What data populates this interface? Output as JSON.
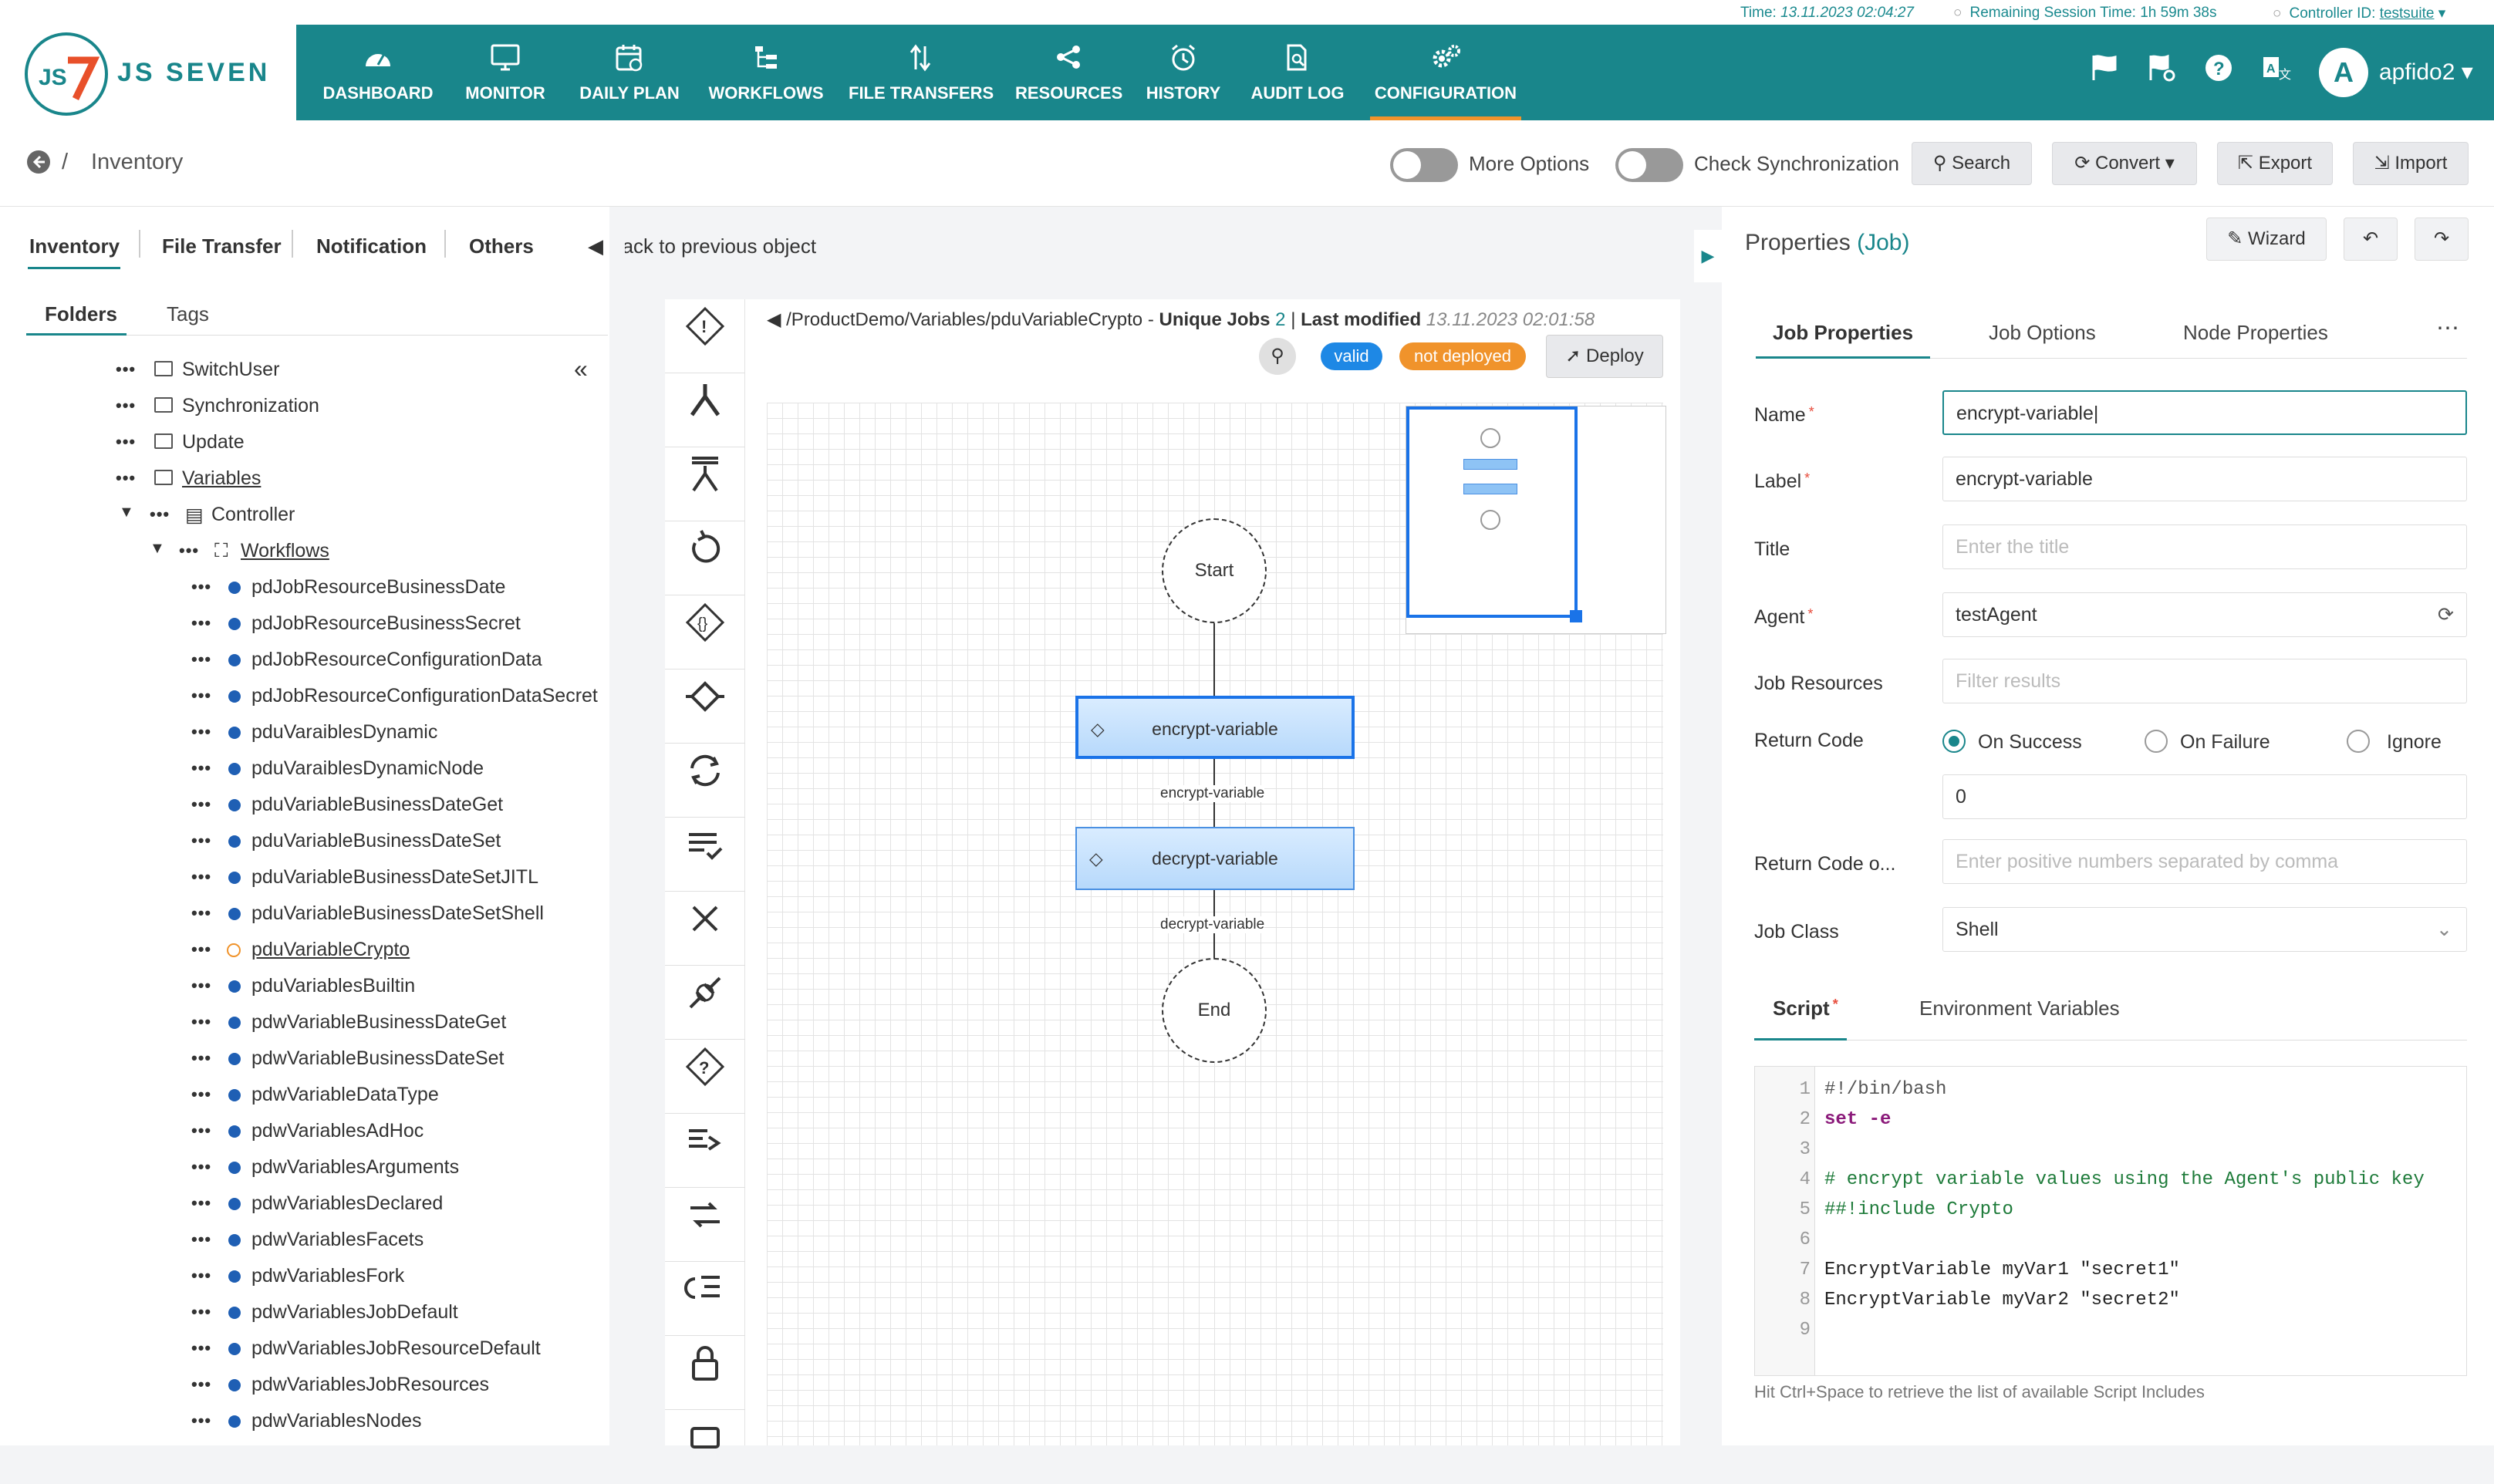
{
  "status": {
    "time_label": "Time:",
    "time_value": "13.11.2023 02:04:27",
    "remaining_label": "Remaining Session Time:",
    "remaining_value": "1h 59m 38s",
    "controller_label": "Controller ID:",
    "controller_value": "testsuite"
  },
  "brand": {
    "logo_text": "JS SEVEN",
    "accent": "#19868b",
    "highlight": "#f0932b"
  },
  "nav": [
    {
      "label": "DASHBOARD",
      "icon": "dashboard-icon"
    },
    {
      "label": "MONITOR",
      "icon": "monitor-icon"
    },
    {
      "label": "DAILY PLAN",
      "icon": "calendar-icon"
    },
    {
      "label": "WORKFLOWS",
      "icon": "workflow-icon"
    },
    {
      "label": "FILE TRANSFERS",
      "icon": "transfer-icon"
    },
    {
      "label": "RESOURCES",
      "icon": "share-icon"
    },
    {
      "label": "HISTORY",
      "icon": "alarm-icon"
    },
    {
      "label": "AUDIT LOG",
      "icon": "search-doc-icon"
    },
    {
      "label": "CONFIGURATION",
      "icon": "gears-icon"
    }
  ],
  "user": {
    "initial": "A",
    "name": "apfido2"
  },
  "subbar": {
    "breadcrumb": "Inventory",
    "more_options": "More Options",
    "check_sync": "Check Synchronization",
    "search": "Search",
    "convert": "Convert",
    "export": "Export",
    "import": "Import"
  },
  "left_tabs": [
    "Inventory",
    "File Transfer",
    "Notification",
    "Others"
  ],
  "back_link": "Back to previous object",
  "tree_tabs": [
    "Folders",
    "Tags"
  ],
  "tree": {
    "folders": [
      "SwitchUser",
      "Synchronization",
      "Update",
      "Variables"
    ],
    "controller": "Controller",
    "workflows": "Workflows",
    "items": [
      "pdJobResourceBusinessDate",
      "pdJobResourceBusinessSecret",
      "pdJobResourceConfigurationData",
      "pdJobResourceConfigurationDataSecret",
      "pduVaraiblesDynamic",
      "pduVaraiblesDynamicNode",
      "pduVariableBusinessDateGet",
      "pduVariableBusinessDateSet",
      "pduVariableBusinessDateSetJITL",
      "pduVariableBusinessDateSetShell",
      "pduVariableCrypto",
      "pduVariablesBuiltin",
      "pdwVariableBusinessDateGet",
      "pdwVariableBusinessDateSet",
      "pdwVariableDataType",
      "pdwVariablesAdHoc",
      "pdwVariablesArguments",
      "pdwVariablesDeclared",
      "pdwVariablesFacets",
      "pdwVariablesFork",
      "pdwVariablesJobDefault",
      "pdwVariablesJobResourceDefault",
      "pdwVariablesJobResources",
      "pdwVariablesNodes"
    ]
  },
  "workflow": {
    "path": "/ProductDemo/Variables/pduVariableCrypto",
    "unique_jobs_label": "Unique Jobs",
    "unique_jobs_count": "2",
    "last_modified_label": "Last modified",
    "last_modified_value": "13.11.2023 02:01:58",
    "valid_badge": "valid",
    "deploy_badge": "not deployed",
    "deploy_button": "Deploy",
    "start": "Start",
    "end": "End",
    "job1": "encrypt-variable",
    "job2": "decrypt-variable",
    "edge1": "encrypt-variable",
    "edge2": "decrypt-variable"
  },
  "properties": {
    "title": "Properties",
    "type": "(Job)",
    "wizard": "Wizard",
    "tabs": [
      "Job Properties",
      "Job Options",
      "Node Properties"
    ],
    "name_label": "Name",
    "name_value": "encrypt-variable",
    "label_label": "Label",
    "label_value": "encrypt-variable",
    "title_label": "Title",
    "title_placeholder": "Enter the title",
    "agent_label": "Agent",
    "agent_value": "testAgent",
    "job_resources_label": "Job Resources",
    "job_resources_placeholder": "Filter results",
    "return_code_label": "Return Code",
    "rc_on_success": "On Success",
    "rc_on_failure": "On Failure",
    "rc_ignore": "Ignore",
    "rc_value": "0",
    "rc_on_label": "Return Code o...",
    "rc_on_placeholder": "Enter positive numbers separated by comma",
    "job_class_label": "Job Class",
    "job_class_value": "Shell",
    "script_tab": "Script",
    "env_tab": "Environment Variables",
    "script_lines": [
      "#!/bin/bash",
      "set -e",
      "",
      "# encrypt variable values using the Agent's public key",
      "##!include Crypto",
      "",
      "EncryptVariable myVar1 \"secret1\"",
      "EncryptVariable myVar2 \"secret2\"",
      ""
    ],
    "hint": "Hit Ctrl+Space to retrieve the list of available Script Includes"
  }
}
